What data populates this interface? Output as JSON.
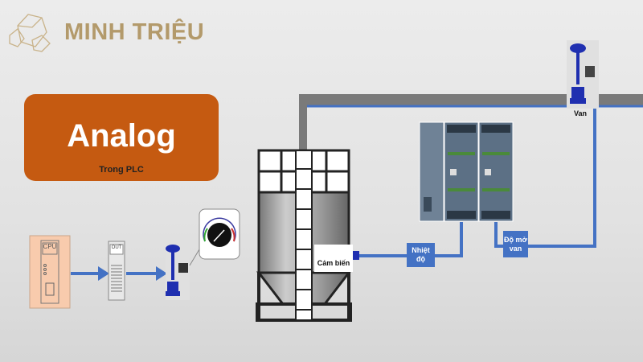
{
  "brand": {
    "name": "MINH TRIỆU"
  },
  "title_box": {
    "title": "Analog",
    "subtitle": "Trong PLC"
  },
  "cpu_module": {
    "label": "CPU"
  },
  "output_module": {
    "label": "OUT"
  },
  "sensor": {
    "label": "Cảm biến"
  },
  "temperature_box": {
    "label": "Nhiệt độ"
  },
  "valve_opening_box": {
    "label": "Độ mở van"
  },
  "valve": {
    "label": "Van"
  },
  "colors": {
    "accent": "#c55a11",
    "signal": "#4472c4",
    "brand": "#b39a6b",
    "pipe": "#7a7a7a",
    "cpu": "#f8cbad"
  }
}
